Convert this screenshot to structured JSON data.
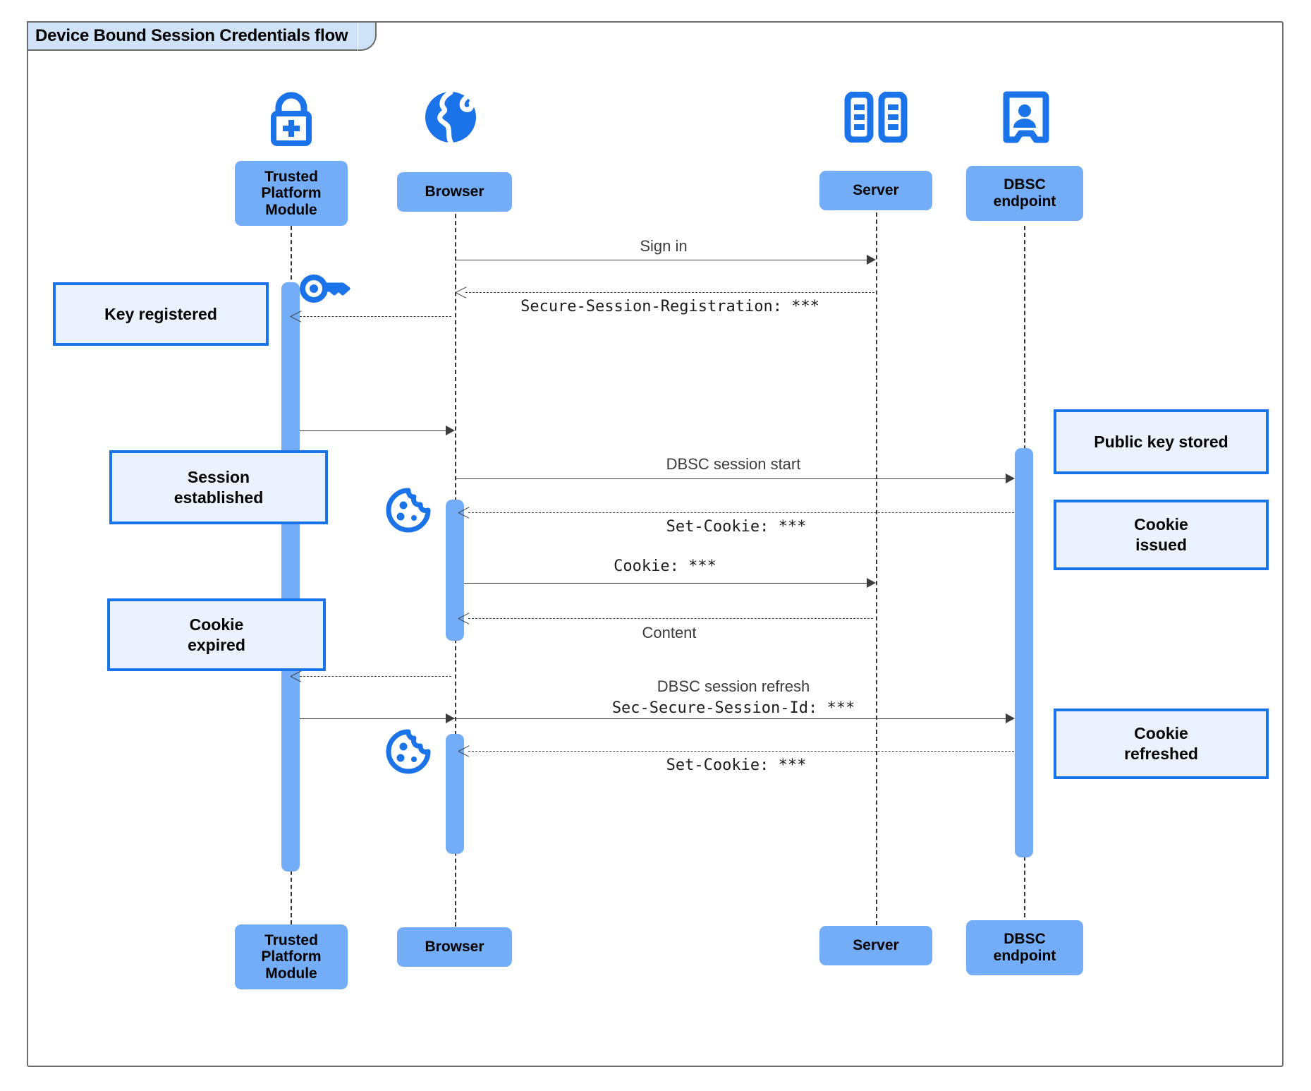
{
  "frame": {
    "title": "Device Bound Session Credentials flow",
    "border_color": "#6b6b6b",
    "title_fill": "#cfe2f7"
  },
  "colors": {
    "actor_fill": "#74adf7",
    "activation_fill": "#74adf7",
    "note_fill": "#eaf2fe",
    "note_border": "#1a73e8",
    "icon_blue": "#1a73e8",
    "line": "#3c3c3c"
  },
  "participants": [
    {
      "id": "tpm",
      "label": "Trusted\nPlatform\nModule",
      "icon": "lock-plus-icon"
    },
    {
      "id": "browser",
      "label": "Browser",
      "icon": "globe-icon"
    },
    {
      "id": "server",
      "label": "Server",
      "icon": "server-racks-icon"
    },
    {
      "id": "dbsc",
      "label": "DBSC\nendpoint",
      "icon": "id-badge-icon"
    }
  ],
  "participants_footer": [
    {
      "id": "tpm",
      "label": "Trusted\nPlatform\nModule"
    },
    {
      "id": "browser",
      "label": "Browser"
    },
    {
      "id": "server",
      "label": "Server"
    },
    {
      "id": "dbsc",
      "label": "DBSC\nendpoint"
    }
  ],
  "messages": [
    {
      "id": "m1",
      "from": "browser",
      "to": "server",
      "label": "Sign in",
      "style": "solid",
      "font": "sans"
    },
    {
      "id": "m2",
      "from": "server",
      "to": "browser",
      "label": "Secure-Session-Registration: ***",
      "style": "dashed",
      "font": "mono"
    },
    {
      "id": "m3",
      "from": "browser",
      "to": "tpm",
      "label": "",
      "style": "dashed",
      "font": "sans"
    },
    {
      "id": "m4",
      "from": "tpm",
      "to": "browser",
      "label": "",
      "style": "solid",
      "font": "sans"
    },
    {
      "id": "m5",
      "from": "browser",
      "to": "dbsc",
      "label": "DBSC session start",
      "style": "solid",
      "font": "sans"
    },
    {
      "id": "m6",
      "from": "dbsc",
      "to": "browser",
      "label": "Set-Cookie: ***",
      "style": "dashed",
      "font": "mono"
    },
    {
      "id": "m7",
      "from": "browser",
      "to": "server",
      "label": "Cookie: ***",
      "style": "solid",
      "font": "mono"
    },
    {
      "id": "m8",
      "from": "server",
      "to": "browser",
      "label": "Content",
      "style": "dashed",
      "font": "sans"
    },
    {
      "id": "m9",
      "from": "browser",
      "to": "tpm",
      "label": "",
      "style": "dashed",
      "font": "sans"
    },
    {
      "id": "m10",
      "from": "tpm",
      "to": "dbsc",
      "label": "DBSC session refresh",
      "label2": "Sec-Secure-Session-Id: ***",
      "style": "solid",
      "font": "sans"
    },
    {
      "id": "m11",
      "from": "dbsc",
      "to": "browser",
      "label": "Set-Cookie: ***",
      "style": "dashed",
      "font": "mono"
    }
  ],
  "notes": [
    {
      "id": "note-key-registered",
      "text": "Key registered",
      "side": "left"
    },
    {
      "id": "note-session-established",
      "text": "Session\nestablished",
      "side": "left"
    },
    {
      "id": "note-cookie-expired",
      "text": "Cookie\nexpired",
      "side": "left"
    },
    {
      "id": "note-public-key-stored",
      "text": "Public key stored",
      "side": "right"
    },
    {
      "id": "note-cookie-issued",
      "text": "Cookie\nissued",
      "side": "right"
    },
    {
      "id": "note-cookie-refreshed",
      "text": "Cookie\nrefreshed",
      "side": "right"
    }
  ],
  "decor_icons": [
    {
      "id": "key-icon",
      "name": "key-icon"
    },
    {
      "id": "cookie-icon-1",
      "name": "cookie-icon"
    },
    {
      "id": "cookie-icon-2",
      "name": "cookie-icon"
    }
  ]
}
